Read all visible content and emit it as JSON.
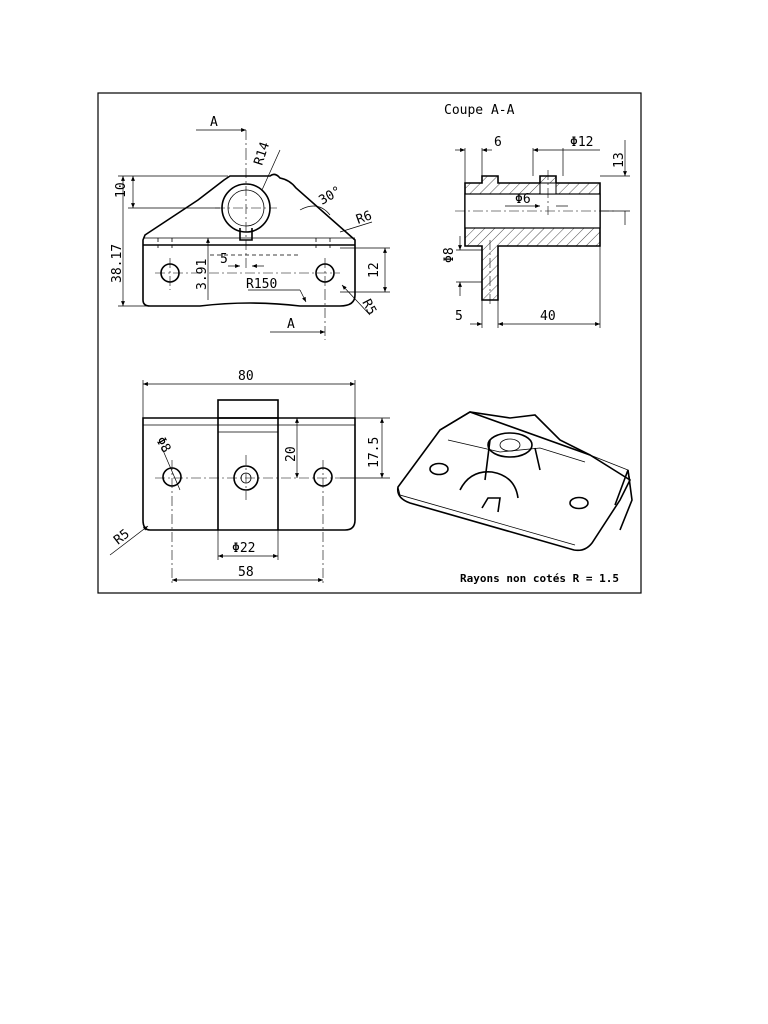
{
  "drawing": {
    "section_title": "Coupe A-A",
    "note": "Rayons non cotés R = 1.5",
    "section_marker": "A",
    "front_view": {
      "dim_height_total": "38.17",
      "dim_top": "10",
      "dim_radius_boss": "R14",
      "dim_angle": "30°",
      "dim_radius_corner": "R6",
      "dim_offset": "3.91",
      "dim_slot": "5",
      "dim_hole_height": "12",
      "dim_arc": "R150",
      "dim_radius_bottom": "R5"
    },
    "section_view": {
      "dim_width_top": "6",
      "dim_dia_outer": "Φ12",
      "dim_height_top": "13",
      "dim_dia_inner": "Φ6",
      "dim_dia_8": "Φ8",
      "dim_thickness": "5",
      "dim_length": "40"
    },
    "top_view": {
      "dim_width": "80",
      "dim_dia_hole": "Φ8",
      "dim_inner": "20",
      "dim_depth": "17.5",
      "dim_radius": "R5",
      "dim_center": "Φ22",
      "dim_spacing": "58"
    }
  }
}
